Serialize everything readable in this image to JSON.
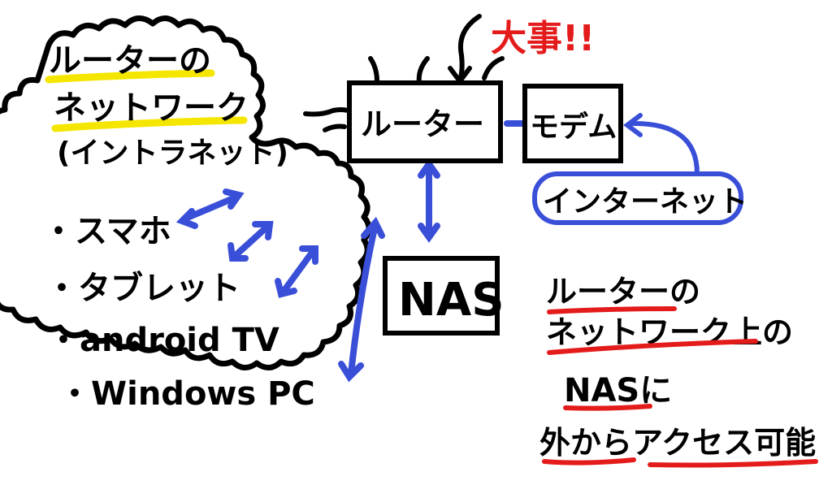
{
  "colors": {
    "ink": "#000000",
    "highlight_yellow": "#f5e600",
    "accent_blue": "#3a4fd8",
    "alert_red": "#e41b1b"
  },
  "cloud": {
    "title_line1": "ルーターの",
    "title_line2": "ネットワーク",
    "title_line3": "(イントラネット)",
    "devices": [
      "・スマホ",
      "・タブレット",
      "・android TV",
      "・Windows PC"
    ]
  },
  "boxes": {
    "router": "ルーター",
    "modem": "モデム",
    "nas": "NAS"
  },
  "internet_label": "インターネット",
  "alert_label": "大事!!",
  "note": {
    "line1": "ルーターの",
    "line2": "ネットワーク上の",
    "line3": "NASに",
    "line4": "外からアクセス可能"
  }
}
